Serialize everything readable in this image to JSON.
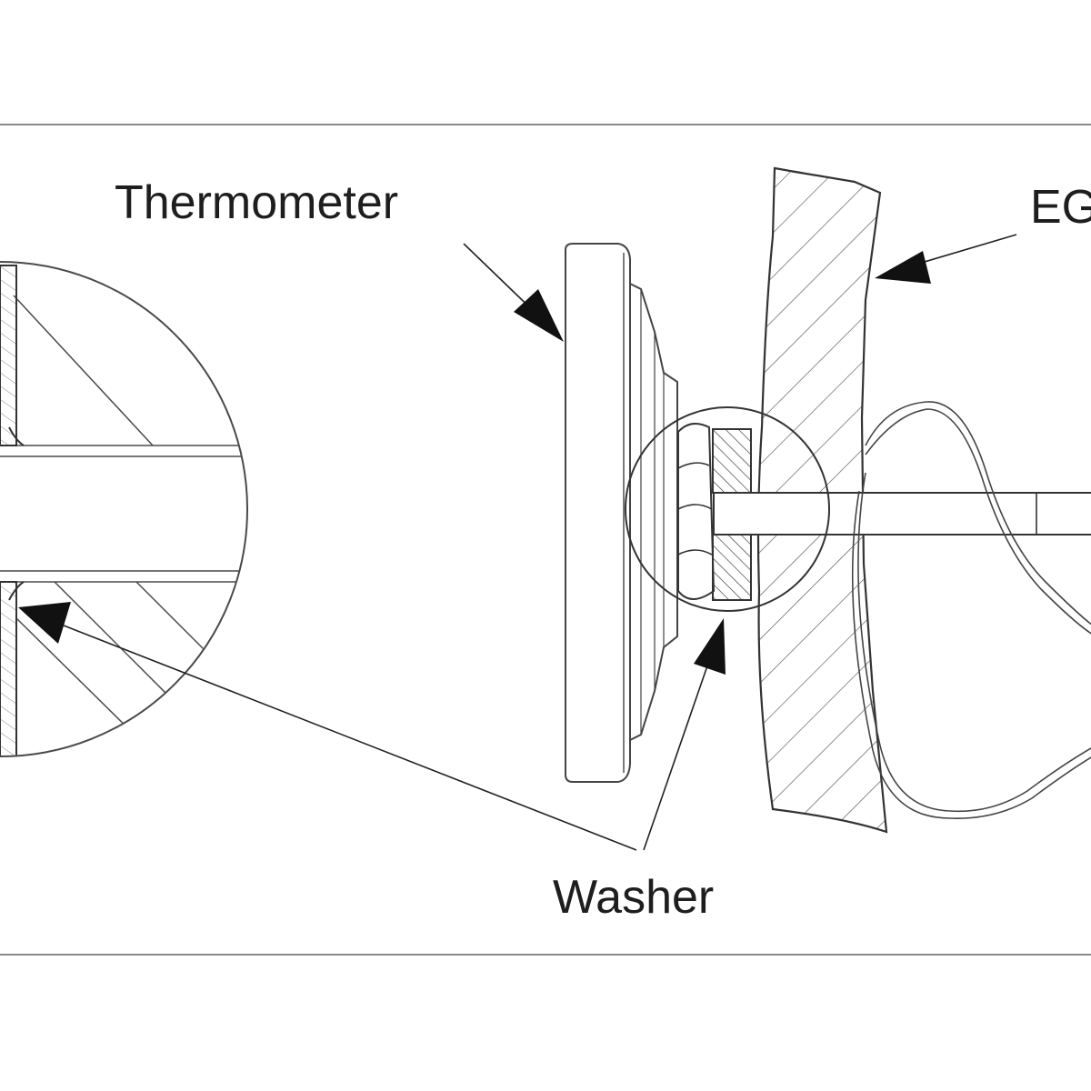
{
  "labels": {
    "thermometer": "Thermometer",
    "washer": "Washer",
    "egg": "EG"
  },
  "colors": {
    "line": "#4a4a4a",
    "arrow": "#111111",
    "hatch": "#555555",
    "frame": "#8a8a8a",
    "background": "#ffffff",
    "text": "#1e1e1e"
  }
}
